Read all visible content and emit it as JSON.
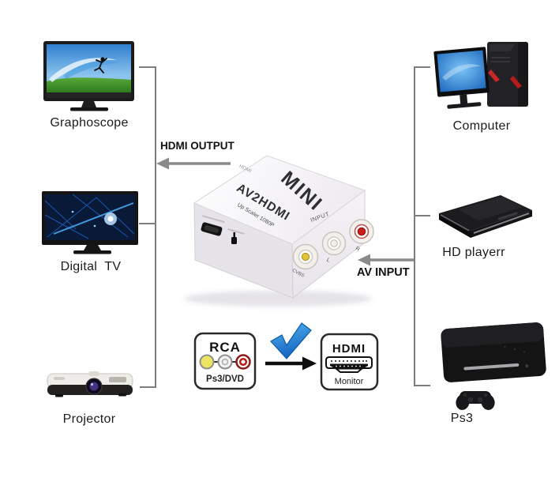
{
  "devices": {
    "left": [
      {
        "name": "graphoscope",
        "label": "Graphoscope"
      },
      {
        "name": "digital-tv",
        "label": "Digital  TV"
      },
      {
        "name": "projector",
        "label": "Projector"
      }
    ],
    "right": [
      {
        "name": "computer",
        "label": "Computer"
      },
      {
        "name": "hd-player",
        "label": "HD playerr"
      },
      {
        "name": "ps3",
        "label": "Ps3"
      }
    ]
  },
  "converter": {
    "brand": "MINI",
    "model": "AV2HDMI",
    "subtitle": "Up Scaler 1080P",
    "input_label": "INPUT",
    "top_port_label": "HDMI",
    "port_labels": [
      "CVBS",
      "L",
      "R"
    ]
  },
  "arrows": {
    "hdmi_output": "HDMI OUTPUT",
    "av_input": "AV INPUT"
  },
  "conversion": {
    "from": {
      "title": "RCA",
      "subtitle": "Ps3/DVD"
    },
    "to": {
      "title": "HDMI",
      "subtitle": "Monitor"
    }
  },
  "colors": {
    "connector_line": "#7d7d7d",
    "arrow_gray": "#8a8a8a",
    "check_blue": "#2196e3",
    "rca_yellow": "#ede45f",
    "rca_white": "#f2f2f2",
    "rca_red": "#c01818"
  }
}
